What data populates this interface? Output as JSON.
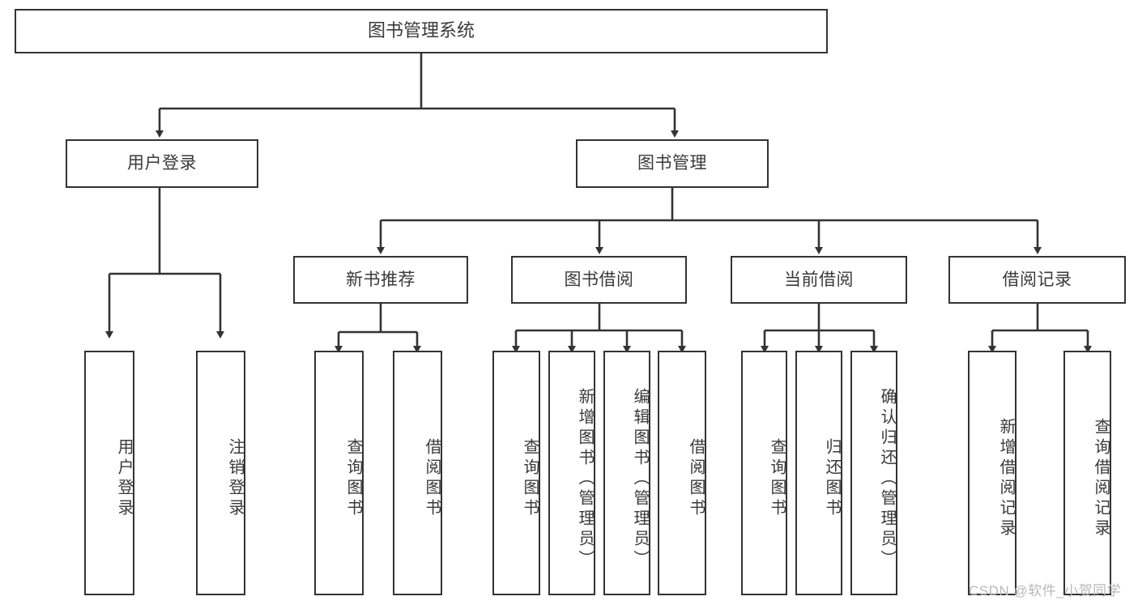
{
  "diagram": {
    "type": "tree",
    "title": "图书管理系统",
    "style": {
      "box_border_color": "#333333",
      "box_fill_color": "#ffffff",
      "text_color": "#3a3a3a",
      "edge_color": "#333333",
      "background_color": "#ffffff",
      "watermark_color": "#b9b9b9"
    },
    "watermark": "CSDN @软件_小贺同学",
    "nodes": {
      "root": {
        "label": "图书管理系统"
      },
      "level2": [
        {
          "label": "用户登录"
        },
        {
          "label": "图书管理"
        }
      ],
      "level3": [
        {
          "label": "新书推荐"
        },
        {
          "label": "图书借阅"
        },
        {
          "label": "当前借阅"
        },
        {
          "label": "借阅记录"
        }
      ],
      "leaves": {
        "user_login": [
          {
            "label": "用户登录"
          },
          {
            "label": "注销登录"
          }
        ],
        "new_book_recommend": [
          {
            "label": "查询图书"
          },
          {
            "label": "借阅图书"
          }
        ],
        "book_borrow": [
          {
            "label": "查询图书"
          },
          {
            "label": "新增图书（管理员）"
          },
          {
            "label": "编辑图书（管理员）"
          },
          {
            "label": "借阅图书"
          }
        ],
        "current_borrow": [
          {
            "label": "查询图书"
          },
          {
            "label": "归还图书"
          },
          {
            "label": "确认归还（管理员）"
          }
        ],
        "borrow_record": [
          {
            "label": "新增借阅记录"
          },
          {
            "label": "查询借阅记录"
          }
        ]
      }
    }
  }
}
